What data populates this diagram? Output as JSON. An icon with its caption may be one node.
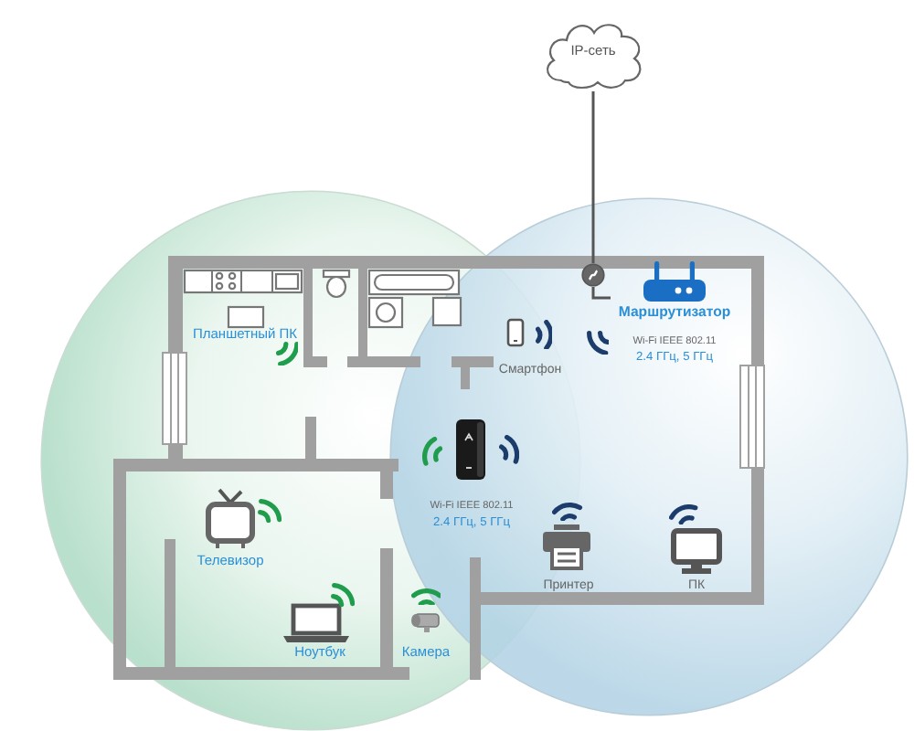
{
  "diagram": {
    "nodes": [
      {
        "text": [
          "IP-сеть"
        ]
      },
      {
        "text": [],
        "shape": "circle"
      },
      {
        "text": [
          "Маршрутизатор",
          "Wi-Fi IEEE 802.11",
          "2.4 ГГц, 5 ГГц"
        ]
      }
    ],
    "edges": [
      {
        "from": 0,
        "to": 1,
        "arrow": "none"
      },
      {
        "from": 1,
        "to": 2,
        "arrow": "none"
      }
    ],
    "labels": [
      "Планшетный ПК",
      "Смартфон",
      "Wi-Fi IEEE 802.11",
      "2.4 ГГц, 5 ГГц",
      "Телевизор",
      "Принтер",
      "ПК",
      "Ноутбук",
      "Камера"
    ]
  }
}
